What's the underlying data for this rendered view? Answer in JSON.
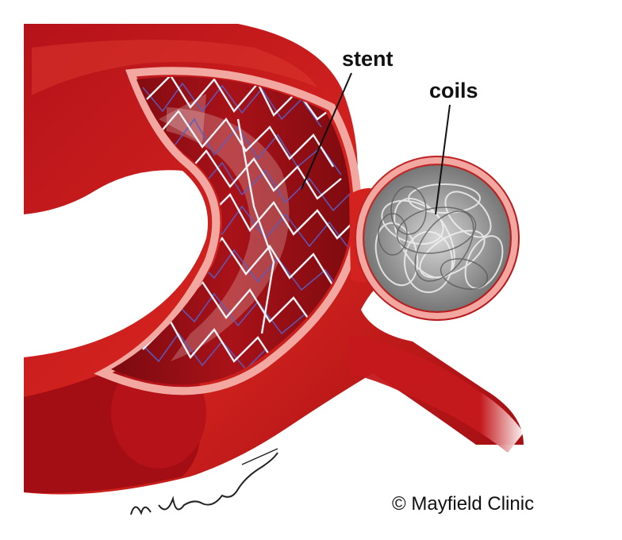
{
  "labels": {
    "stent": "stent",
    "coils": "coils"
  },
  "credit": {
    "copyright": "© Mayfield Clinic",
    "signature": "M. Headworth"
  },
  "colors": {
    "vessel_dark": "#a50f14",
    "vessel_mid": "#c4181c",
    "vessel_light": "#d9342c",
    "vessel_wall_pink": "#f2a8a0",
    "lumen_dark": "#8e0c12",
    "stent_white": "#f4f4f8",
    "stent_blue": "#5b5ec4",
    "coil_gray": "#b8b8b8"
  }
}
